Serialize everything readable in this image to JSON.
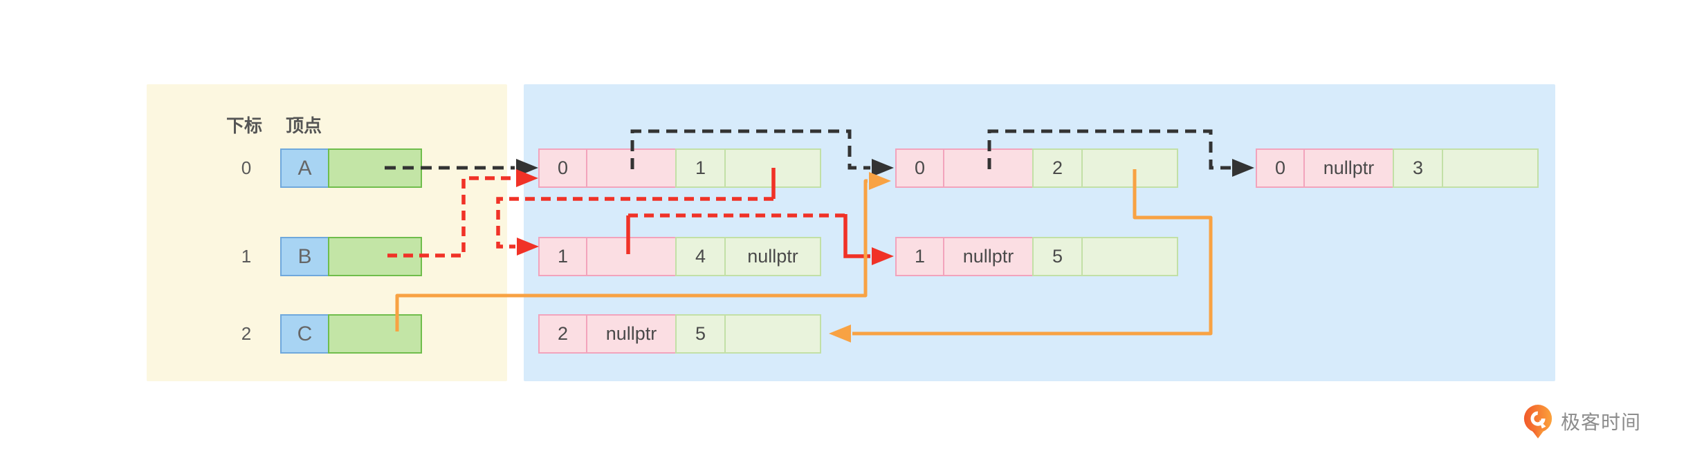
{
  "left_panel": {
    "headers": {
      "index": "下标",
      "vertex": "顶点"
    },
    "rows": [
      {
        "index": "0",
        "vertex": "A"
      },
      {
        "index": "1",
        "vertex": "B"
      },
      {
        "index": "2",
        "vertex": "C"
      }
    ]
  },
  "adjacency_nodes": {
    "a1": {
      "cells": [
        "0",
        "",
        "1",
        ""
      ]
    },
    "a2": {
      "cells": [
        "0",
        "",
        "2",
        ""
      ]
    },
    "a3": {
      "cells": [
        "0",
        "nullptr",
        "3",
        ""
      ]
    },
    "b1": {
      "cells": [
        "1",
        "",
        "4",
        "nullptr"
      ]
    },
    "b2": {
      "cells": [
        "1",
        "nullptr",
        "5",
        ""
      ]
    },
    "c1": {
      "cells": [
        "2",
        "nullptr",
        "5",
        ""
      ]
    }
  },
  "logo": {
    "text": "极客时间"
  },
  "colors": {
    "panel-yellow": "#FCF7E0",
    "panel-blue": "#D7EBFB",
    "vertex-blue-fill": "#A8D4F3",
    "vertex-blue-border": "#6FA8DC",
    "vertex-green-fill": "#C3E5A6",
    "vertex-green-border": "#6FBD4B",
    "cell-pink-fill": "#FBDEE3",
    "cell-pink-border": "#F2A3BC",
    "cell-green-fill": "#E9F3DC",
    "cell-green-border": "#C2E0A6",
    "arrow-black": "#333333",
    "arrow-red": "#F03227",
    "arrow-orange": "#F8A243",
    "logo-orange-dark": "#F1592A",
    "logo-orange-light": "#FBA23C",
    "text-gray": "#4A4A4A"
  }
}
